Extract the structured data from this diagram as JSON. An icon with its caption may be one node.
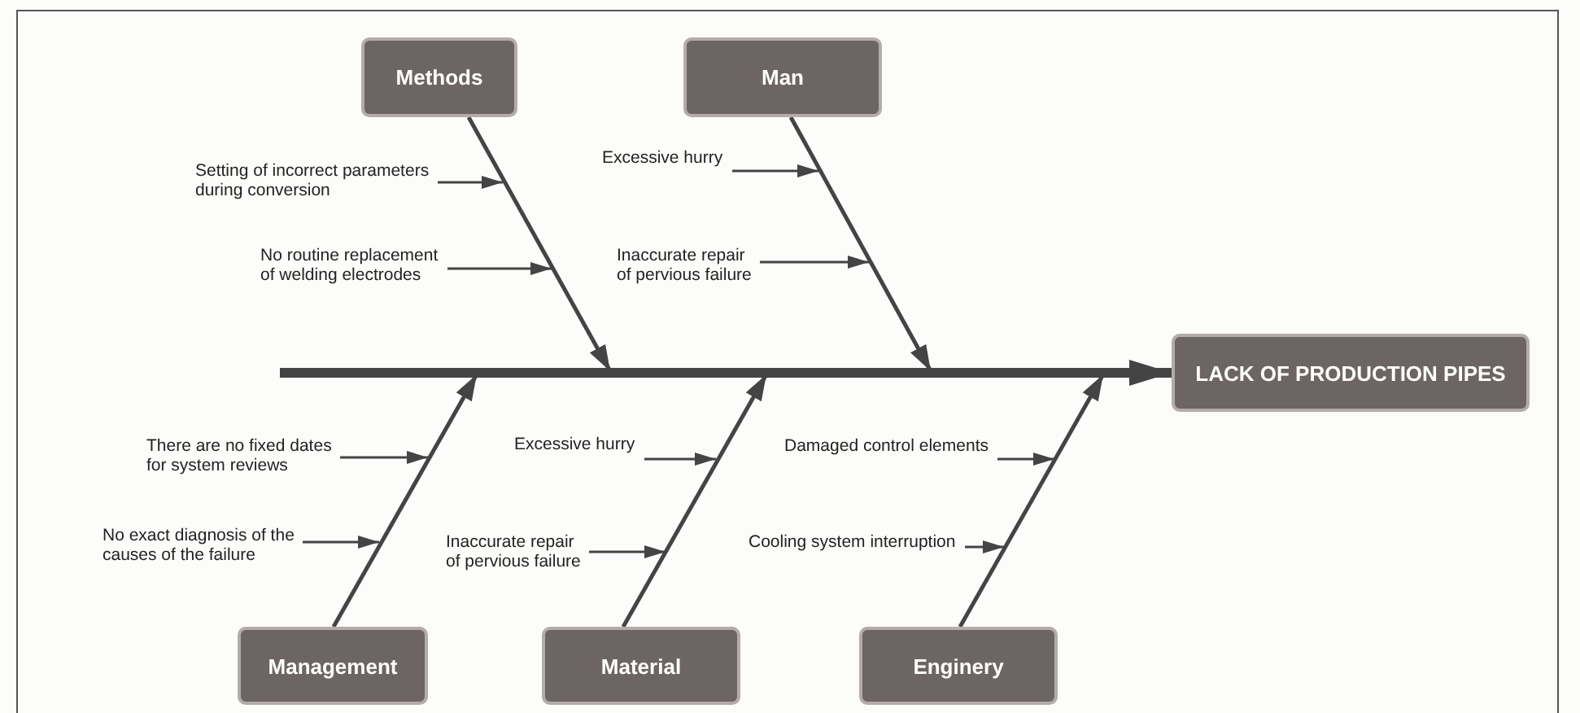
{
  "diagram": {
    "nodes": [
      {
        "text": [
          "Methods"
        ]
      },
      {
        "text": [
          "Man"
        ]
      },
      {
        "text": [
          "Setting of incorrect parameters during conversion"
        ]
      },
      {
        "text": [
          "Excessive hurry"
        ]
      },
      {
        "text": [
          "No routine replacement of welding electrodes"
        ]
      },
      {
        "text": [
          "Inaccurate repair of pervious failure"
        ]
      },
      {
        "text": [
          "LACK OF PRODUCTION PIPES"
        ]
      },
      {
        "text": [
          "There are no fixed dates for system reviews"
        ]
      },
      {
        "text": [
          "Excessive hurry"
        ]
      },
      {
        "text": [
          "Damaged control elements"
        ]
      },
      {
        "text": [
          "No exact diagnosis of the causes of the failure"
        ]
      },
      {
        "text": [
          "Inaccurate repair of pervious failure"
        ]
      },
      {
        "text": [
          "Cooling system interruption"
        ]
      },
      {
        "text": [
          "Management"
        ]
      },
      {
        "text": [
          "Material"
        ]
      },
      {
        "text": [
          "Enginery"
        ]
      }
    ],
    "edges": [
      {
        "from": null,
        "to": 6,
        "arrow": "to",
        "style": "thick"
      },
      {
        "from": 0,
        "to": null,
        "arrow": "to"
      },
      {
        "from": 1,
        "to": null,
        "arrow": "to"
      },
      {
        "from": 13,
        "to": null,
        "arrow": "to"
      },
      {
        "from": 14,
        "to": null,
        "arrow": "to"
      },
      {
        "from": 15,
        "to": null,
        "arrow": "to"
      },
      {
        "from": 2,
        "to": null,
        "arrow": "to"
      },
      {
        "from": 4,
        "to": null,
        "arrow": "to"
      },
      {
        "from": 3,
        "to": null,
        "arrow": "to"
      },
      {
        "from": 5,
        "to": null,
        "arrow": "to"
      },
      {
        "from": 7,
        "to": null,
        "arrow": "to"
      },
      {
        "from": 10,
        "to": null,
        "arrow": "to"
      },
      {
        "from": 8,
        "to": null,
        "arrow": "to"
      },
      {
        "from": 11,
        "to": null,
        "arrow": "to"
      },
      {
        "from": 9,
        "to": null,
        "arrow": "to"
      },
      {
        "from": 12,
        "to": null,
        "arrow": "to"
      }
    ]
  }
}
